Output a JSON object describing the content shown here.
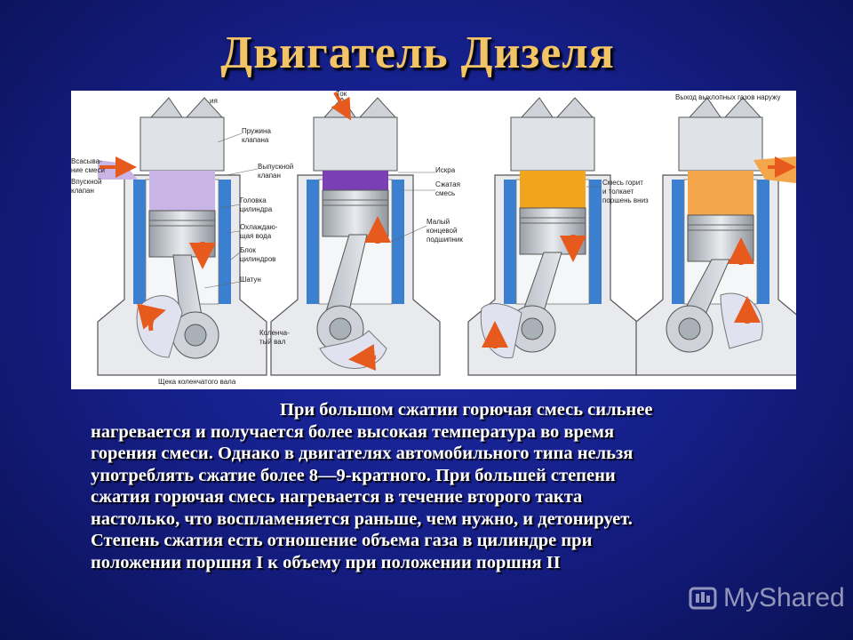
{
  "slide": {
    "title": "Двигатель Дизеля",
    "paragraph_lines": [
      "При большом сжатии горючая смесь сильнее",
      "нагревается и получается более высокая температура во время",
      "горения смеси. Однако в двигателях автомобильного типа нельзя",
      "употреблять сжатие более 8—9-кратного. При большей степени",
      "сжатия горючая смесь нагревается в течение второго такта",
      "настолько, что воспламеняется раньше, чем нужно, и детонирует.",
      "Степень сжатия есть отношение объема газа в цилиндре при",
      "положении поршня I к объему при положении поршня II"
    ]
  },
  "figure": {
    "labels": {
      "l0": "Всасыва-",
      "l1": "ние смеси",
      "l2": "Впускной",
      "l3": "клапан",
      "l4": "ия",
      "l5": "Пружина",
      "l6": "клапана",
      "l7": "Выпускной",
      "l8": "клапан",
      "l9": "Головка",
      "l10": "цилиндра",
      "l11": "Охлаждаю-",
      "l12": "щая вода",
      "l13": "Блок",
      "l14": "цилиндров",
      "l15": "Шатун",
      "l16": "Коленча-",
      "l17": "тый вал",
      "l18": "Щека коленчатого вала",
      "l19": "Ток",
      "l20": "Искра",
      "l21": "Сжатая",
      "l22": "смесь",
      "l23": "Малый",
      "l24": "концевой",
      "l25": "подшипник",
      "l26": "Смесь горит",
      "l27": "и толкает",
      "l28": "поршень вниз",
      "l29": "Выход выхлопных газов наружу"
    },
    "colors": {
      "coolant": "#3a7fd0",
      "intake_mixture": "#c9b4e6",
      "compressed_mixture": "#7a3fb5",
      "ignited_mixture": "#f2a41c",
      "exhaust_gas": "#f3a64a",
      "arrow": "#e65a1e"
    }
  },
  "watermark": {
    "text": "MyShared"
  }
}
